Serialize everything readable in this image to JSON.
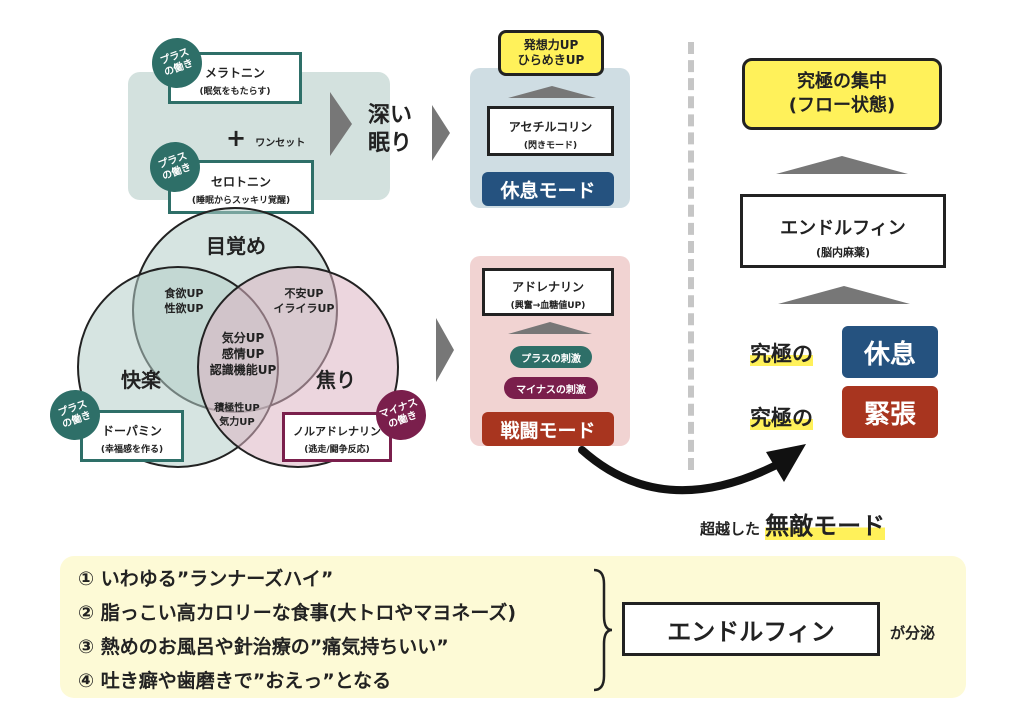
{
  "colors": {
    "teal": "#2e6f68",
    "navy": "#25527f",
    "maroon": "#7a1f4c",
    "red": "#a8351f",
    "yellow": "#fff15a",
    "rest_bg": "#cfdde3",
    "fight_bg": "#f1d3d2",
    "top_bg": "#d3e1de",
    "bottom_bg": "#fdfad6"
  },
  "top_group": {
    "melatonin": {
      "title": "メラトニン",
      "sub": "(眠気をもたらす)",
      "badge": "プラス\nの働き"
    },
    "plus_set": {
      "sign": "+",
      "label": "ワンセット"
    },
    "serotonin": {
      "title": "セロトニン",
      "sub": "(睡眠からスッキリ覚醒)",
      "badge": "プラス\nの働き"
    },
    "deep_sleep": "深い\n眠り"
  },
  "venn": {
    "mezame": "目覚め",
    "kairaku": "快楽",
    "aseri": "焦り",
    "mezame_kairaku": "食欲UP\n性欲UP",
    "mezame_aseri": "不安UP\nイライラUP",
    "center": "気分UP\n感情UP\n認識機能UP",
    "kairaku_aseri": "積極性UP\n気力UP",
    "dopamine": {
      "title": "ドーパミン",
      "sub": "(幸福感を作る)",
      "badge": "プラス\nの働き"
    },
    "noradrenaline": {
      "title": "ノルアドレナリン",
      "sub": "(逃走/闘争反応)",
      "badge": "マイナス\nの働き"
    }
  },
  "rest_mode": {
    "idea": "発想力UP\nひらめきUP",
    "acetylcholine": {
      "title": "アセチルコリン",
      "sub": "(閃きモード)"
    },
    "label": "休息モード"
  },
  "fight_mode": {
    "adrenaline": {
      "title": "アドレナリン",
      "sub": "(興奮→血糖値UP)"
    },
    "plus_stim": "プラスの刺激",
    "minus_stim": "マイナスの刺激",
    "label": "戦闘モード"
  },
  "right": {
    "flow": "究極の集中\n(フロー状態)",
    "endorphin": {
      "title": "エンドルフィン",
      "sub": "(脳内麻薬)"
    },
    "ultimate_prefix": "究極の",
    "rest": "休息",
    "tension": "緊張",
    "invincible_prefix": "超越した",
    "invincible_main": "無敵モード"
  },
  "bottom": {
    "items": [
      "① いわゆる”ランナーズハイ”",
      "② 脂っこい高カロリーな食事(大トロやマヨネーズ)",
      "③ 熱めのお風呂や針治療の”痛気持ちいい”",
      "④ 吐き癖や歯磨きで”おえっ”となる"
    ],
    "endorphin": "エンドルフィン",
    "secreted": "が分泌"
  }
}
